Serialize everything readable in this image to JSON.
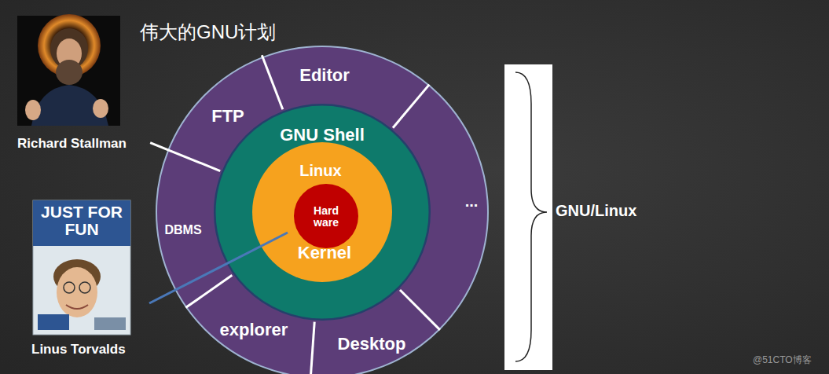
{
  "diagram": {
    "title": "伟大的GNU计划",
    "nodes": [
      {
        "text": [
          "Editor",
          "FTP",
          "...",
          "DBMS",
          "explorer",
          "Desktop"
        ]
      },
      {
        "text": [
          "GNU Shell"
        ],
        "in": 0
      },
      {
        "text": [
          "Linux",
          "Kernel"
        ],
        "in": 1
      },
      {
        "text": [
          "Hard ware"
        ],
        "in": 2
      }
    ],
    "labels": [
      "Richard Stallman",
      "JUST FOR FUN",
      "Linus Torvalds",
      "GNU/Linux",
      "@51CTO博客"
    ]
  }
}
